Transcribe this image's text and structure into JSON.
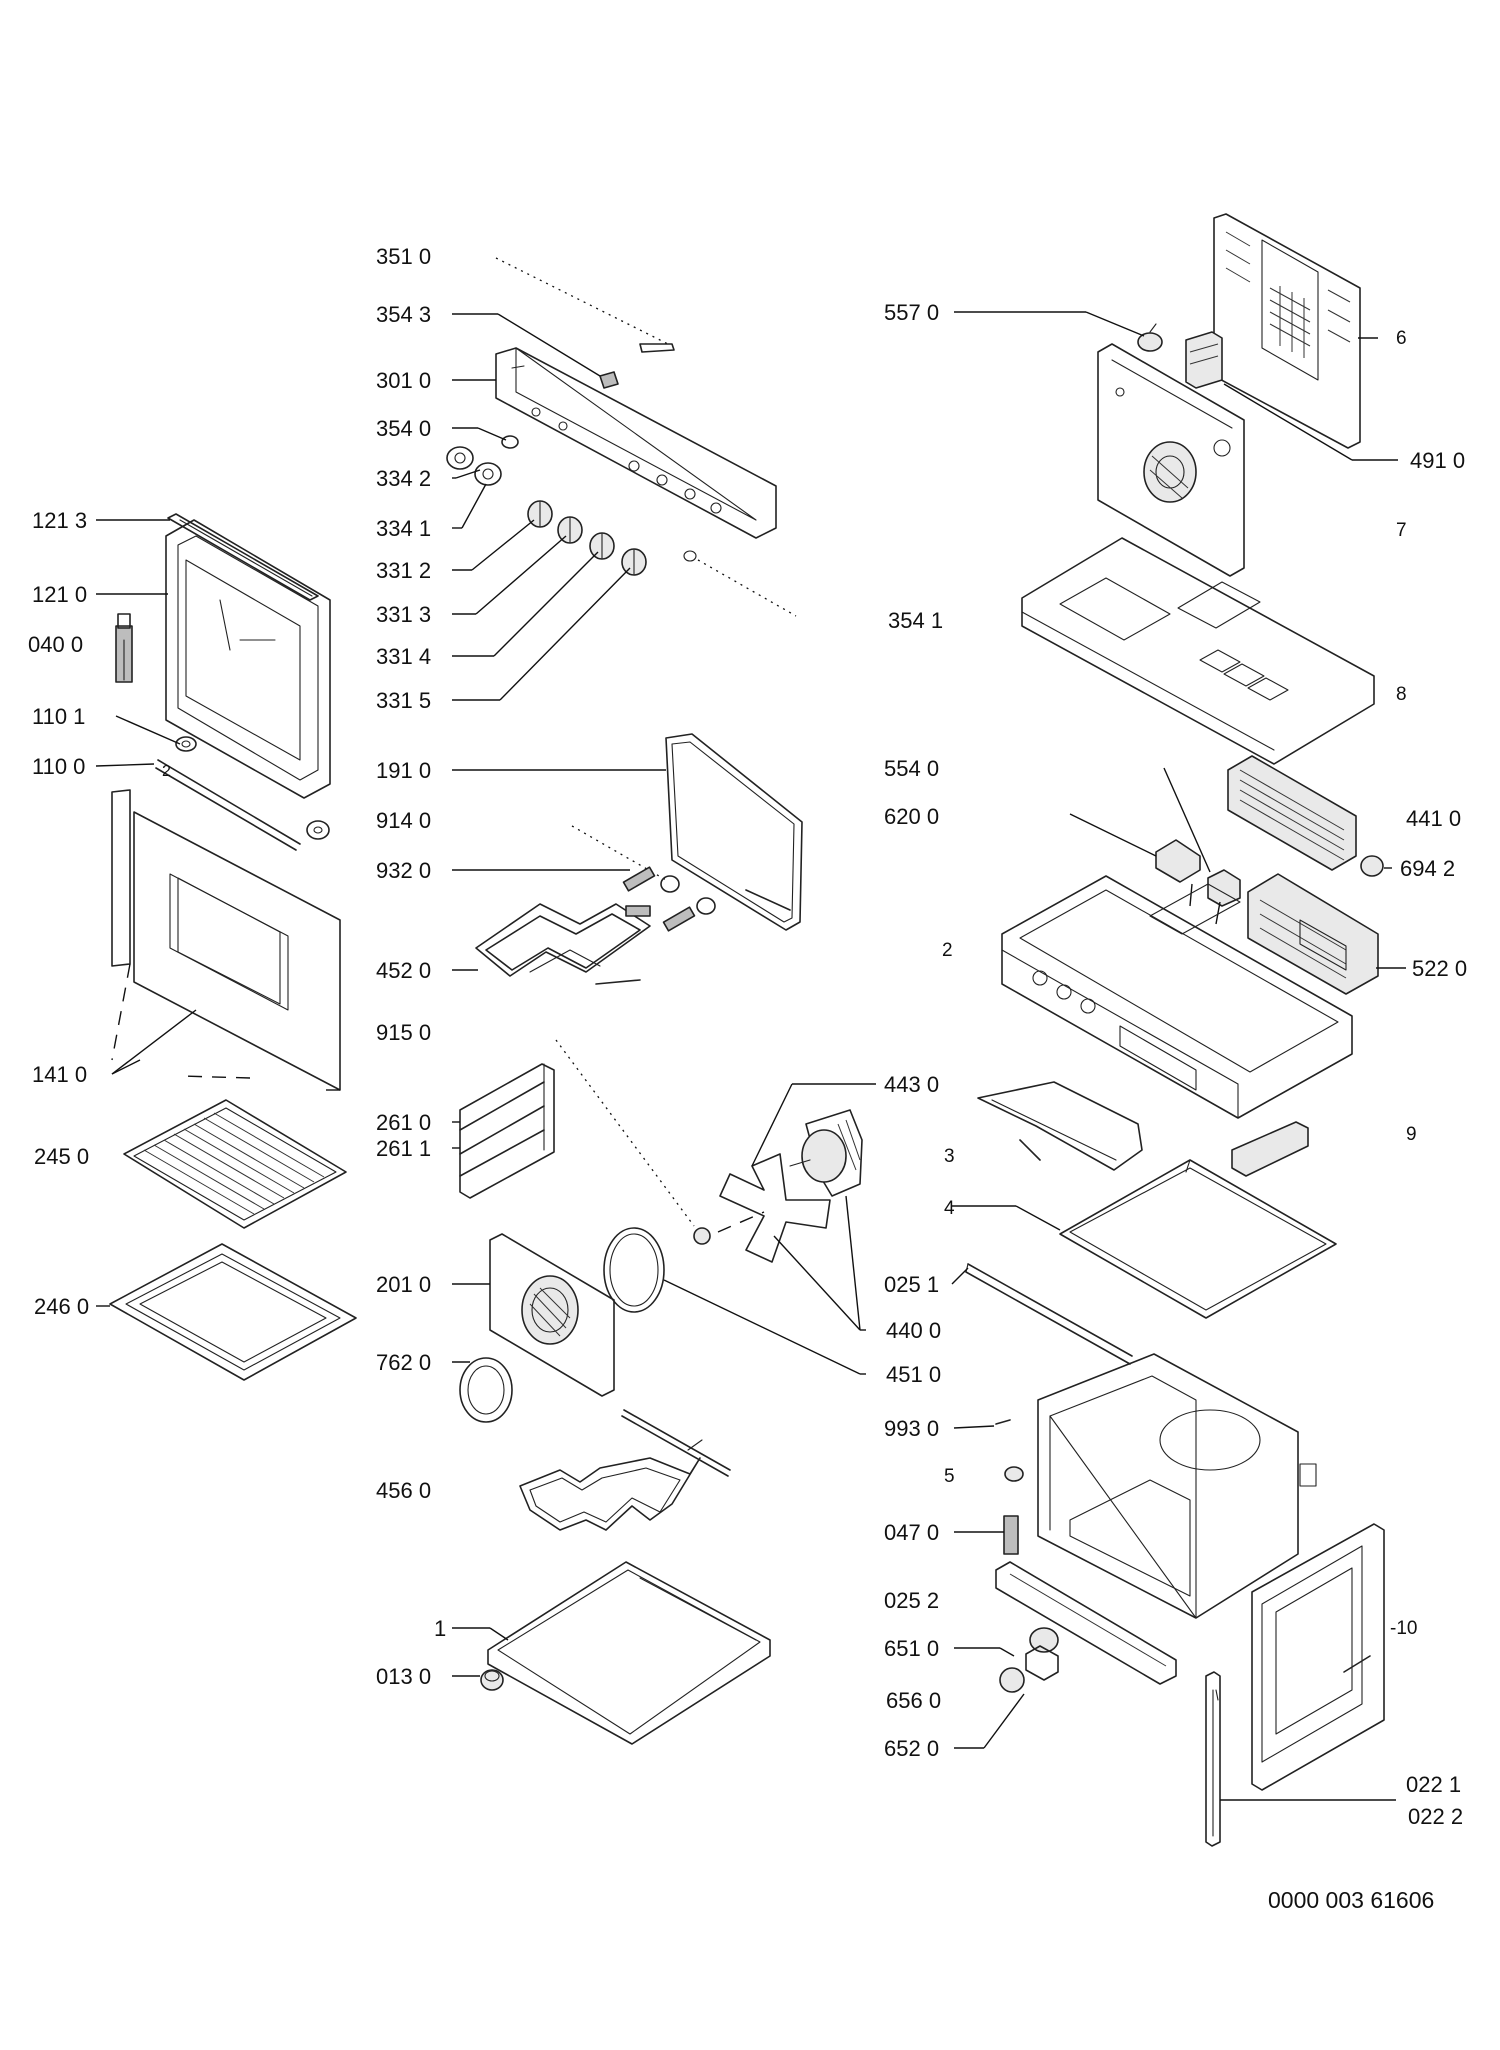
{
  "labels": {
    "l3510": "351 0",
    "l3543": "354 3",
    "l3010": "301 0",
    "l3540": "354 0",
    "l3342": "334 2",
    "l3341": "334 1",
    "l3312": "331 2",
    "l3313": "331 3",
    "l3314": "331 4",
    "l3315": "331 5",
    "l1213": "121 3",
    "l1210": "121 0",
    "l0400": "040 0",
    "l1101": "110 1",
    "l1100": "110 0",
    "l1410": "141 0",
    "l2450": "245 0",
    "l2460": "246 0",
    "l1910": "191 0",
    "l9140": "914 0",
    "l9320": "932 0",
    "l4520": "452 0",
    "l9150": "915 0",
    "l2610": "261 0",
    "l2611": "261 1",
    "l2010": "201 0",
    "l7620": "762 0",
    "l4560": "456 0",
    "l1": "1",
    "l0130": "013 0",
    "l5570": "557 0",
    "l6": "6",
    "l4910": "491 0",
    "l7": "7",
    "l3541": "354 1",
    "l8": "8",
    "l5540": "554 0",
    "l6200": "620 0",
    "l4410": "441 0",
    "l6942": "694 2",
    "l2": "2",
    "l5220": "522 0",
    "l4430": "443 0",
    "l9": "9",
    "l3": "3",
    "l4": "4",
    "l0251": "025 1",
    "l4400": "440 0",
    "l4510": "451 0",
    "l9930": "993 0",
    "l5": "5",
    "l0470": "047 0",
    "l0252": "025 2",
    "l6510": "651 0",
    "l6560": "656 0",
    "l6520": "652 0",
    "l10": "-10",
    "l0221": "022 1",
    "l0222": "022 2",
    "l2small": "2"
  },
  "drawing_number": "0000 003 61606"
}
